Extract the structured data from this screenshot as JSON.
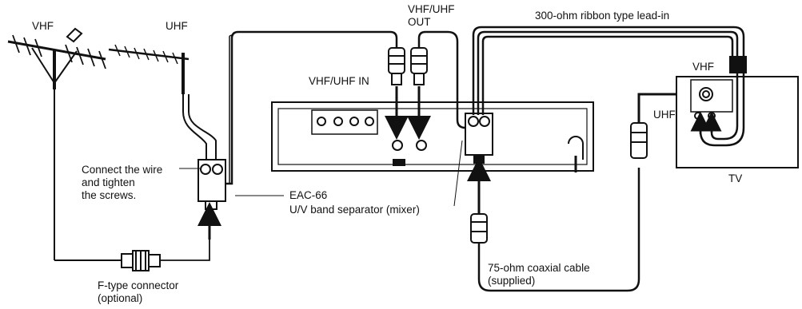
{
  "labels": {
    "vhf_antenna": "VHF",
    "uhf_antenna": "UHF",
    "vhf_uhf_out": "VHF/UHF\nOUT",
    "ribbon_lead_in": "300-ohm ribbon type lead-in",
    "vhf_uhf_in": "VHF/UHF IN",
    "tv_vhf": "VHF",
    "tv_uhf": "UHF",
    "connect_instruction": "Connect the wire\nand tighten\nthe screws.",
    "eac66": "EAC-66",
    "band_separator": "U/V band separator (mixer)",
    "tv": "TV",
    "coax_cable": "75-ohm coaxial cable\n(supplied)",
    "f_connector": "F-type connector\n(optional)"
  },
  "colors": {
    "ink": "#111111",
    "background": "#ffffff"
  }
}
